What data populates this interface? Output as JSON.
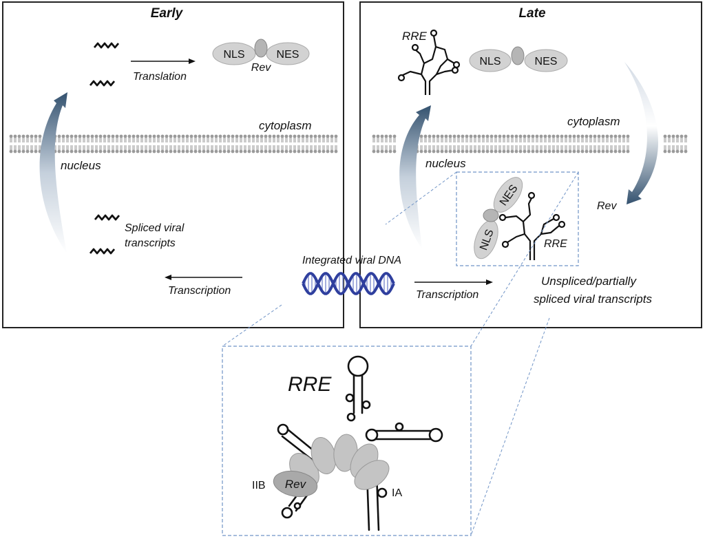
{
  "panels": {
    "early": {
      "title": "Early",
      "translation": "Translation",
      "protein": {
        "nls": "NLS",
        "nes": "NES",
        "rev": "Rev"
      },
      "cytoplasm": "cytoplasm",
      "nucleus": "nucleus",
      "spliced": [
        "Spliced viral",
        "transcripts"
      ],
      "transcription": "Transcription"
    },
    "late": {
      "title": "Late",
      "rre_top": "RRE",
      "protein": {
        "nls": "NLS",
        "nes": "NES"
      },
      "cytoplasm": "cytoplasm",
      "nucleus": "nucleus",
      "rev": "Rev",
      "inset_nes": "NES",
      "inset_nls": "NLS",
      "inset_rre": "RRE",
      "unspliced": [
        "Unspliced/partially",
        "spliced viral transcripts"
      ],
      "transcription": "Transcription"
    }
  },
  "center": {
    "dna_label": "Integrated viral DNA"
  },
  "zoom": {
    "rre": "RRE",
    "iib": "IIB",
    "rev": "Rev",
    "ia": "IA"
  },
  "colors": {
    "membrane": "#9a9a9a",
    "protein_fill": "#d2d2d2",
    "protein_core": "#b5b5b5",
    "dna": "#2f3f9e",
    "arrow_dark": "#3b5f7e",
    "inset_border": "#6f93c6"
  }
}
